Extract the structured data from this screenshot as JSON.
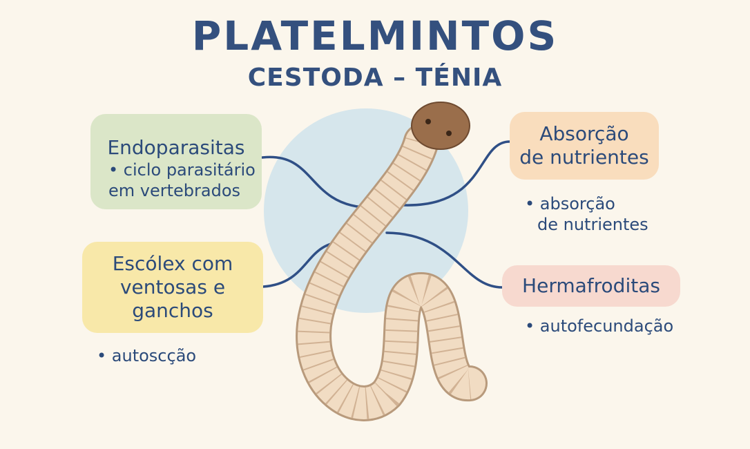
{
  "title": "PLATELMINTOS",
  "subtitle": "CESTODA – TÉNIA",
  "cards": {
    "endoparasitas": {
      "title": "Endoparasitas",
      "bullet_line1": "• ciclo parasitário",
      "bullet_line2": "em vertebrados"
    },
    "escolex": {
      "line1": "Escólex com",
      "line2": "ventosas e",
      "line3": "ganchos"
    },
    "absorcao": {
      "line1": "Absorção",
      "line2": "de nutrientes"
    },
    "hermafroditas": {
      "title": "Hermafroditas"
    }
  },
  "bullets": {
    "absorcao": {
      "line1": "• absorção",
      "line2": "de nutrientes"
    },
    "hermafroditas": "• autofecundação",
    "escolex": "• autoscção"
  },
  "colors": {
    "background": "#fbf6ec",
    "text": "#2b4a7a",
    "connector": "#2f4f86",
    "circle": "#cfe3ec",
    "worm_body": "#f1dcc3",
    "worm_outline": "#b89a7c",
    "scolex": "#9a6e4b",
    "card_green": "#dbe6c8",
    "card_yellow": "#f8e8a9",
    "card_orange": "#f9ddbd",
    "card_pink": "#f7d9cf"
  }
}
